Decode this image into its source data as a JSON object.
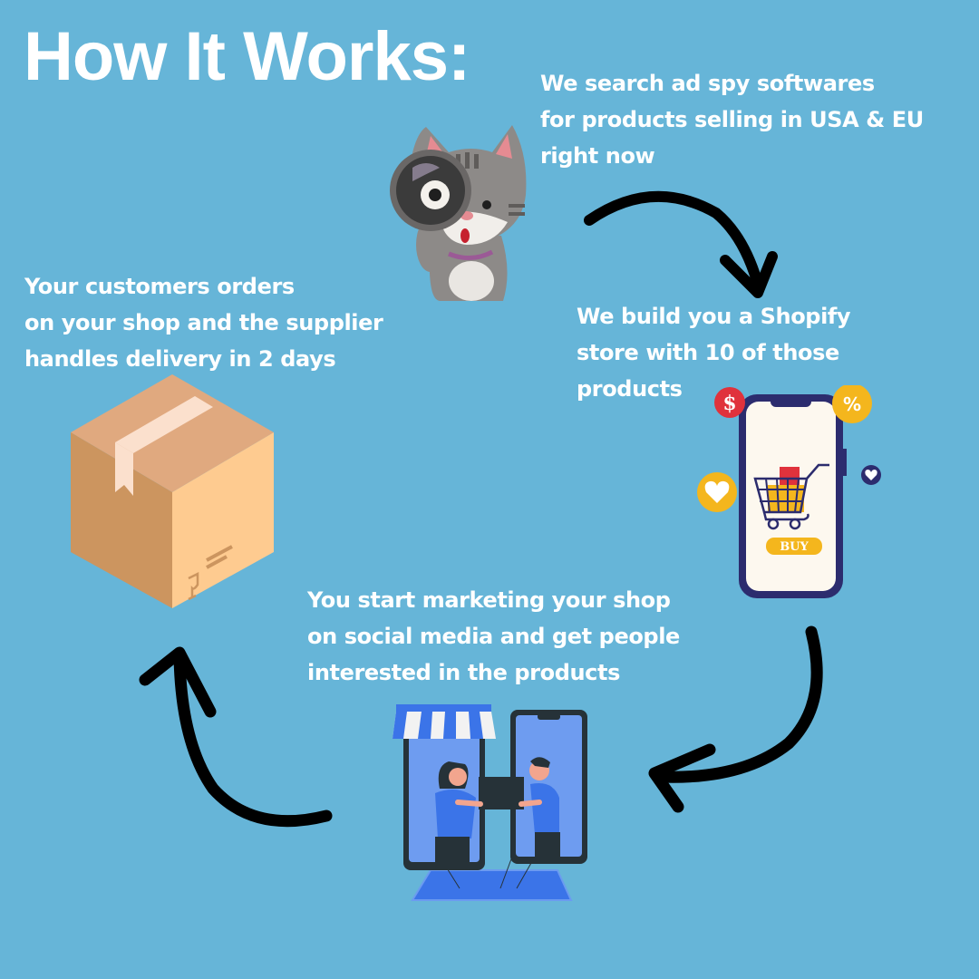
{
  "title": "How It Works:",
  "background_color": "#66b5d8",
  "steps": [
    {
      "id": "search",
      "lines": [
        "We search ad spy softwares",
        "for products selling in USA & EU",
        "right now"
      ],
      "illustration": "cat-with-magnifying-glass-icon"
    },
    {
      "id": "build-store",
      "lines": [
        "We build you a Shopify",
        "store with 10 of those",
        "products"
      ],
      "illustration": "phone-shopping-cart-icon"
    },
    {
      "id": "marketing",
      "lines": [
        "You start marketing your shop",
        "on social media and get people",
        "interested in the products"
      ],
      "illustration": "online-store-handoff-icon"
    },
    {
      "id": "delivery",
      "lines": [
        "Your customers orders",
        "on your shop and the supplier",
        "handles delivery in 2 days"
      ],
      "illustration": "cardboard-box-icon"
    }
  ],
  "phone": {
    "buy_label": "BUY",
    "dollar_badge": "$",
    "percent_badge": "%"
  },
  "colors": {
    "text": "#ffffff",
    "arrow": "#000000",
    "phone_frame": "#2c2c6e",
    "accent_yellow": "#f4b61d",
    "accent_red": "#e0323c",
    "store_blue": "#4a7ee8"
  }
}
